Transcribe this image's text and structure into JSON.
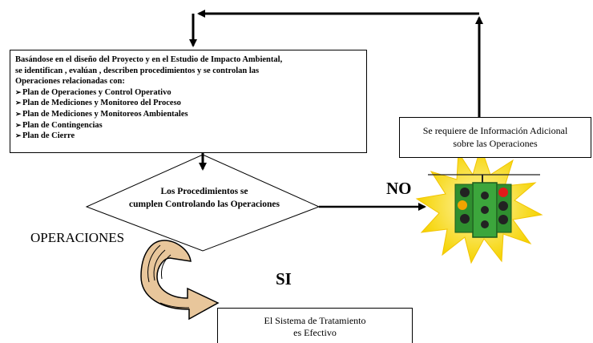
{
  "main_box": {
    "intro_lines": [
      "Basándose en el diseño del Proyecto y en el Estudio de Impacto Ambiental,",
      "se identifican , evalúan , describen procedimientos y  se controlan las",
      "Operaciones  relacionadas con:"
    ],
    "items": [
      "Plan de Operaciones y Control Operativo",
      "Plan de Mediciones y Monitoreo del Proceso",
      "Plan de Mediciones y Monitoreos Ambientales",
      "Plan de Contingencias",
      "Plan de Cierre"
    ]
  },
  "decision": {
    "line1": "Los Procedimientos se",
    "line2": "cumplen Controlando las Operaciones"
  },
  "no_label": "NO",
  "si_label": "SI",
  "operations_label": "OPERACIONES",
  "info_box": {
    "line1": "Se requiere de Información Adicional",
    "line2": "sobre las Operaciones"
  },
  "result_box": {
    "line1": "El Sistema de Tratamiento",
    "line2": "es Efectivo"
  },
  "colors": {
    "starburst": "#f5d300",
    "traffic_light_body": "#3ca63c",
    "red_light": "#e21a1a",
    "amber_light": "#f2a400",
    "curved_arrow": "#e8c69b"
  },
  "icons": [
    "traffic-light-icon",
    "curved-arrow-icon"
  ]
}
